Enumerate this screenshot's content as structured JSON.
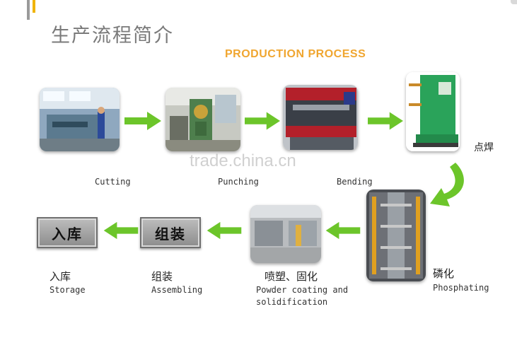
{
  "title_cn": "生产流程简介",
  "title_en": "PRODUCTION PROCESS",
  "watermark": "trade.china.cn",
  "steps_top": [
    {
      "label": "Cutting"
    },
    {
      "label": "Punching"
    },
    {
      "label": "Bending"
    },
    {
      "label": "点焊"
    }
  ],
  "steps_bottom": [
    {
      "cn": "磷化",
      "en": "Phosphating"
    },
    {
      "cn": "喷塑、固化",
      "en": "Powder coating and",
      "en2": "solidification"
    },
    {
      "cn": "组装",
      "en": "Assembling",
      "button": "组装"
    },
    {
      "cn": "入库",
      "en": "Storage",
      "button": "入库"
    }
  ],
  "colors": {
    "arrow": "#6cc52a",
    "accent": "#f0a630"
  }
}
